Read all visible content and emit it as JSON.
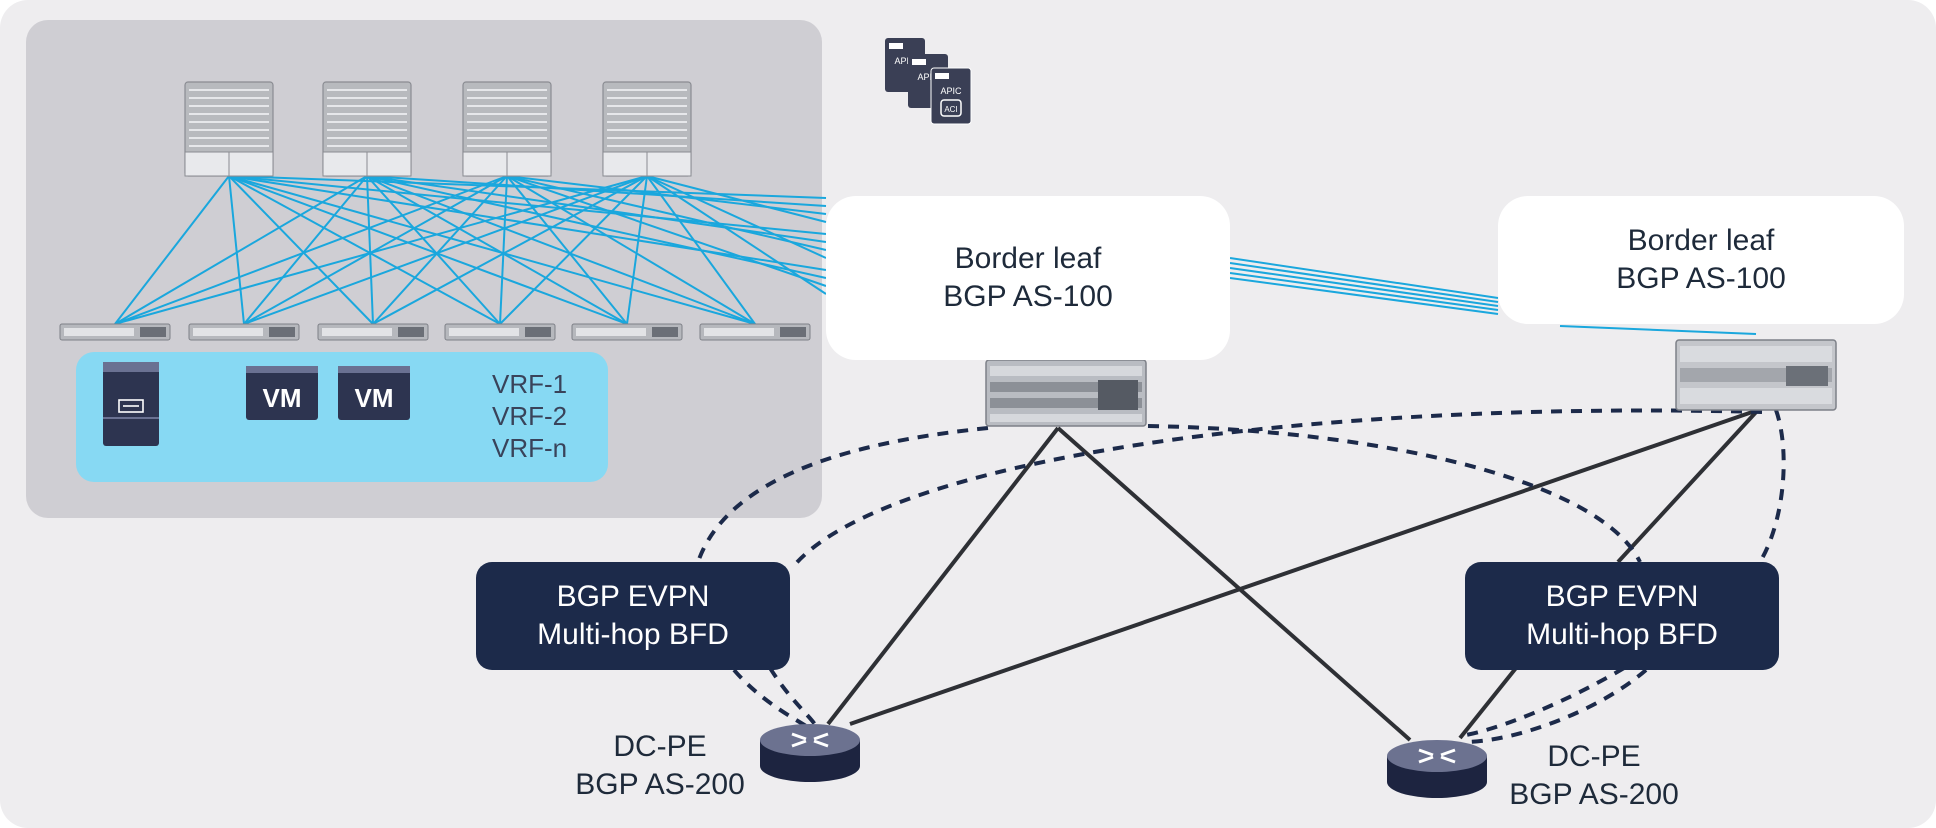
{
  "colors": {
    "background": "#eeedef",
    "fabric_panel": "#cfced3",
    "host_panel": "#87d9f3",
    "fabric_link": "#1aa7dd",
    "core_link": "#2e3035",
    "bfd_dashed": "#1c2a4a",
    "pill": "#1c2a4a"
  },
  "icons": {
    "spines": [
      "spine-switch-icon",
      "spine-switch-icon",
      "spine-switch-icon",
      "spine-switch-icon"
    ],
    "leaves": [
      "leaf-switch-icon",
      "leaf-switch-icon",
      "leaf-switch-icon",
      "leaf-switch-icon",
      "leaf-switch-icon",
      "leaf-switch-icon"
    ],
    "apic": "apic-controller-cluster-icon",
    "server": "server-icon",
    "border_leaf_switch": "border-leaf-switch-icon",
    "router": "router-icon"
  },
  "apic": {
    "label": "APIC",
    "sublabel": "ACI"
  },
  "hosts": {
    "vm1": "VM",
    "vm2": "VM",
    "vrfs": [
      "VRF-1",
      "VRF-2",
      "VRF-n"
    ]
  },
  "border_leaf_left": {
    "line1": "Border leaf",
    "line2": "BGP AS-100"
  },
  "border_leaf_right": {
    "line1": "Border leaf",
    "line2": "BGP AS-100"
  },
  "evpn_left": {
    "line1": "BGP EVPN",
    "line2": "Multi-hop BFD"
  },
  "evpn_right": {
    "line1": "BGP EVPN",
    "line2": "Multi-hop BFD"
  },
  "pe_left": {
    "line1": "DC-PE",
    "line2": "BGP AS-200"
  },
  "pe_right": {
    "line1": "DC-PE",
    "line2": "BGP AS-200"
  }
}
